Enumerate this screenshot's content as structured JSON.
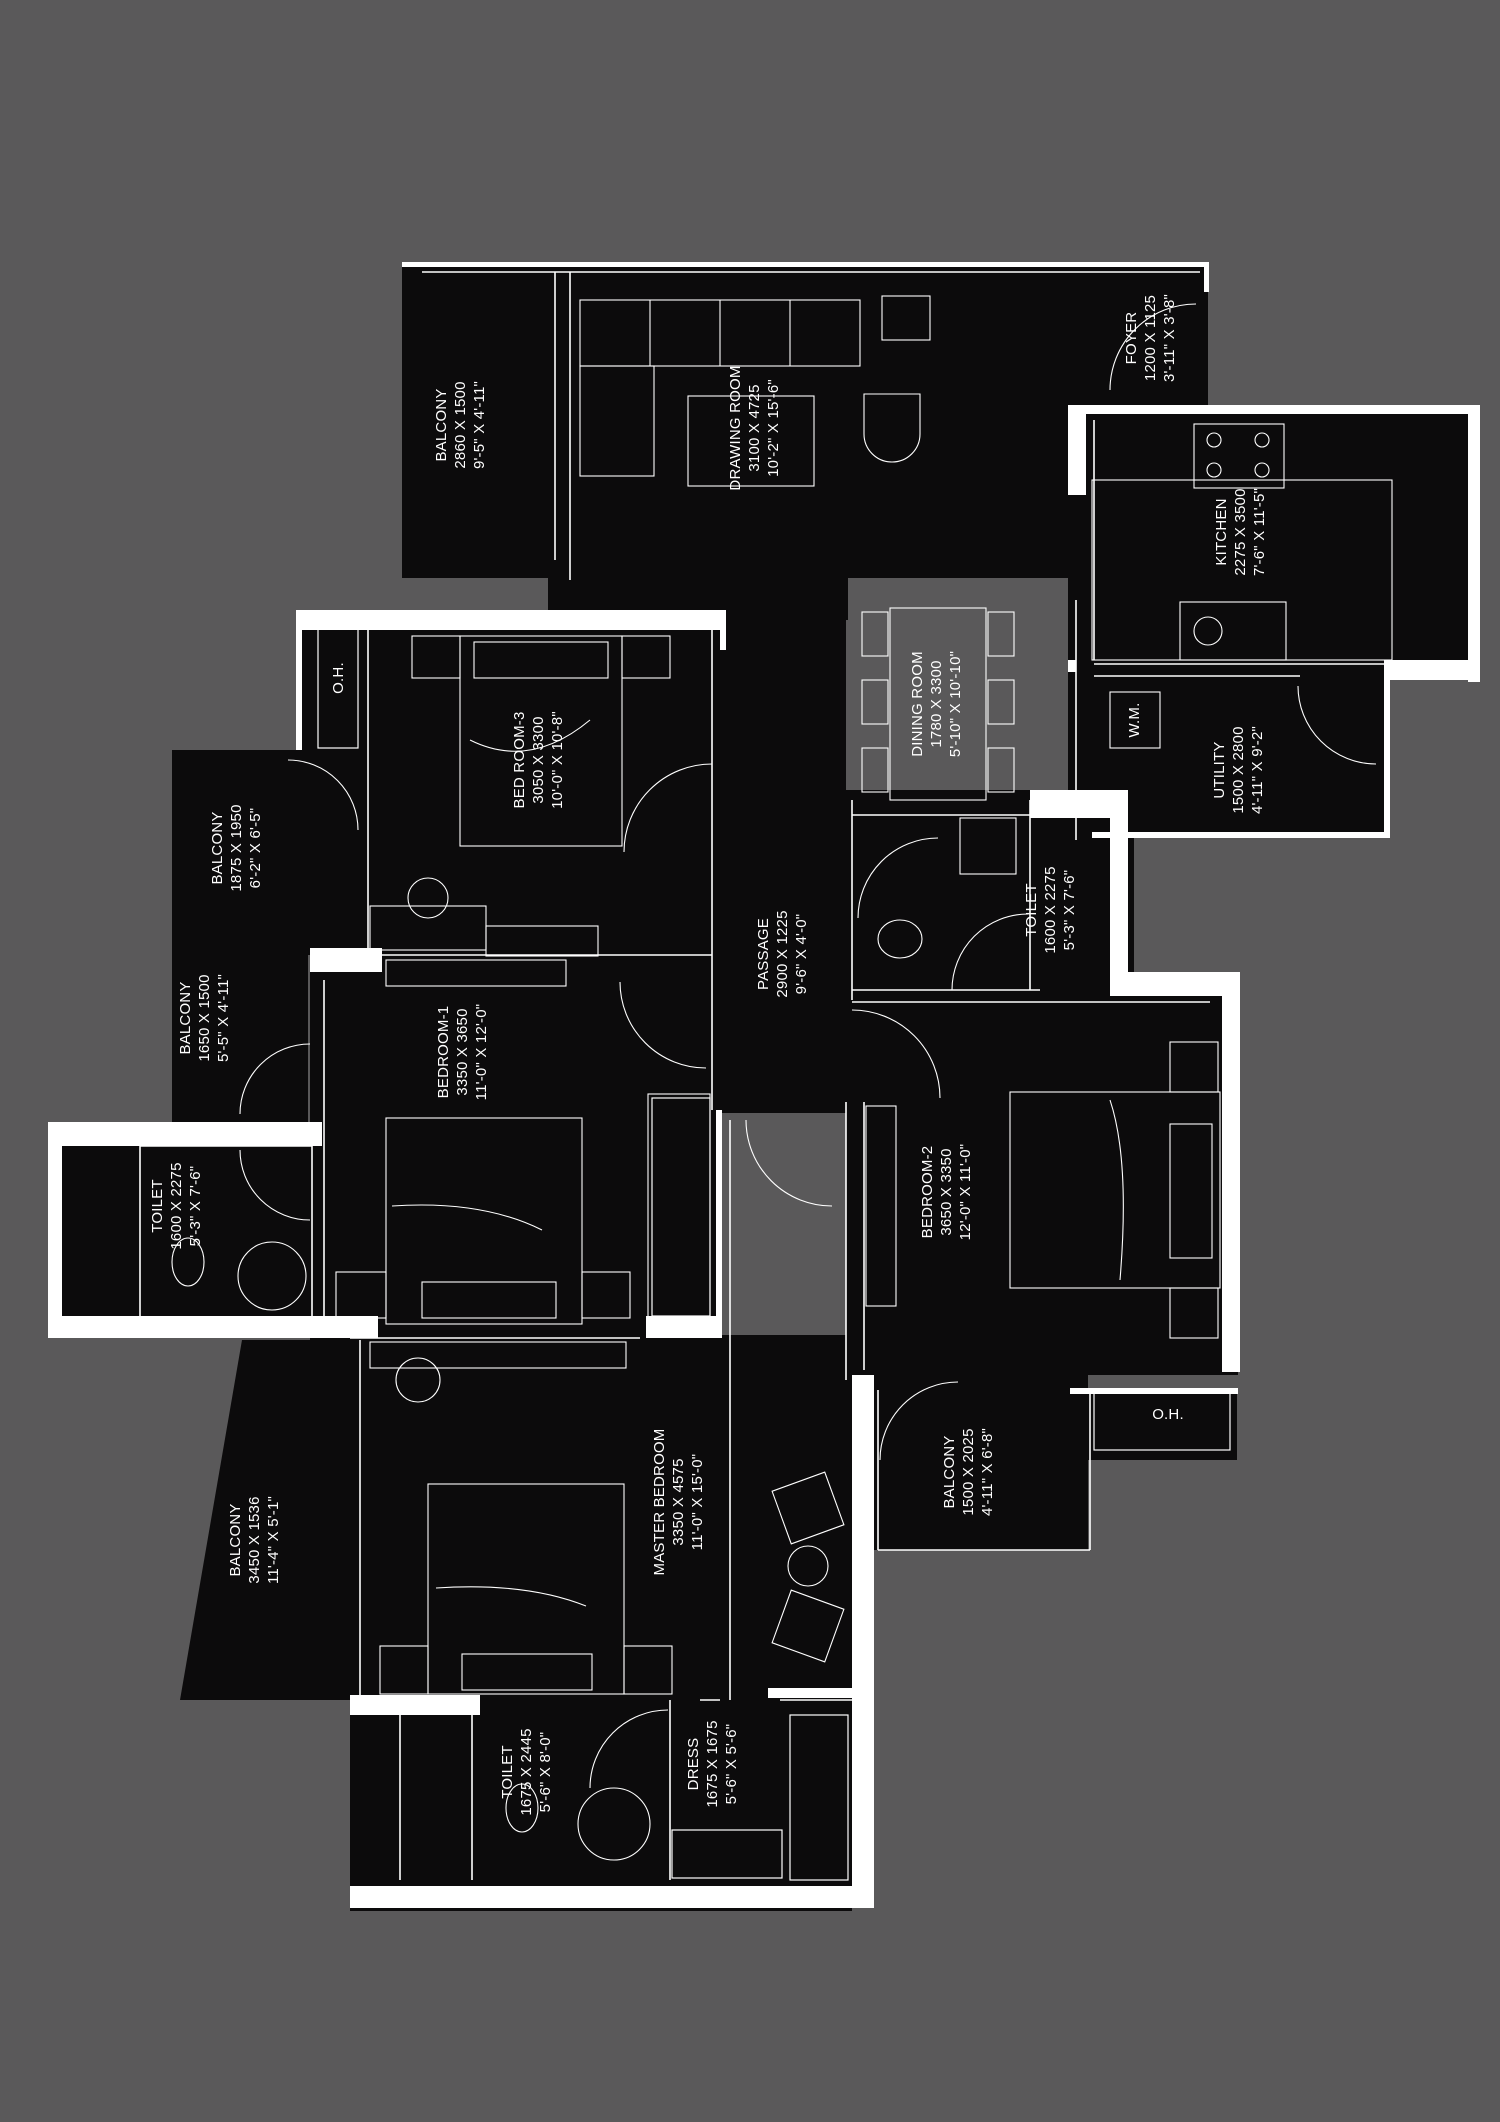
{
  "rooms": [
    {
      "id": "balcony-top",
      "name": "BALCONY",
      "metric": "2860 X 1500",
      "imperial": "9'-5\" X 4'-11\""
    },
    {
      "id": "drawing-room",
      "name": "DRAWING ROOM",
      "metric": "3100 X 4725",
      "imperial": "10'-2\" X 15'-6\""
    },
    {
      "id": "foyer",
      "name": "FOYER",
      "metric": "1200 X 1125",
      "imperial": "3'-11\" X 3'-8\""
    },
    {
      "id": "kitchen",
      "name": "KITCHEN",
      "metric": "2275 X 3500",
      "imperial": "7'-6\" X 11'-5\""
    },
    {
      "id": "wm",
      "name": "W.M.",
      "metric": "",
      "imperial": ""
    },
    {
      "id": "utility",
      "name": "UTILITY",
      "metric": "1500 X 2800",
      "imperial": "4'-11\" X 9'-2\""
    },
    {
      "id": "dining-room",
      "name": "DINING ROOM",
      "metric": "1780 X 3300",
      "imperial": "5'-10\" X 10'-10\""
    },
    {
      "id": "bedroom-3",
      "name": "BED ROOM-3",
      "metric": "3050 X 3300",
      "imperial": "10'-0\" X 10'-8\""
    },
    {
      "id": "balcony-left-upper",
      "name": "BALCONY",
      "metric": "1875 X 1950",
      "imperial": "6'-2\" X 6'-5\""
    },
    {
      "id": "balcony-left-lower",
      "name": "BALCONY",
      "metric": "1650 X 1500",
      "imperial": "5'-5\" X 4'-11\""
    },
    {
      "id": "passage",
      "name": "PASSAGE",
      "metric": "2900 X 1225",
      "imperial": "9'-6\" X 4'-0\""
    },
    {
      "id": "toilet-common",
      "name": "TOILET",
      "metric": "1600 X 2275",
      "imperial": "5'-3\" X 7'-6\""
    },
    {
      "id": "bedroom-1",
      "name": "BEDROOM-1",
      "metric": "3350 X 3650",
      "imperial": "11'-0\" X 12'-0\""
    },
    {
      "id": "toilet-left",
      "name": "TOILET",
      "metric": "1600 X 2275",
      "imperial": "5'-3\" X 7'-6\""
    },
    {
      "id": "bedroom-2",
      "name": "BEDROOM-2",
      "metric": "3650 X 3350",
      "imperial": "12'-0\" X 11'-0\""
    },
    {
      "id": "balcony-right",
      "name": "BALCONY",
      "metric": "1500 X 2025",
      "imperial": "4'-11\" X 6'-8\""
    },
    {
      "id": "master-bedroom",
      "name": "MASTER BEDROOM",
      "metric": "3350 X 4575",
      "imperial": "11'-0\" X 15'-0\""
    },
    {
      "id": "balcony-bottom-left",
      "name": "BALCONY",
      "metric": "3450 X 1536",
      "imperial": "11'-4\" X 5'-1\""
    },
    {
      "id": "toilet-master",
      "name": "TOILET",
      "metric": "1675 X 2445",
      "imperial": "5'-6\" X 8'-0\""
    },
    {
      "id": "dress",
      "name": "DRESS",
      "metric": "1675 X 1675",
      "imperial": "5'-6\" X 5'-6\""
    }
  ],
  "shafts": [
    {
      "id": "shaft-upper",
      "text": "O.H."
    },
    {
      "id": "shaft-lower",
      "text": "O.H."
    }
  ],
  "colors": {
    "background": "#5a595a",
    "floor": "#0c0b0c",
    "lines": "#ffffff"
  }
}
